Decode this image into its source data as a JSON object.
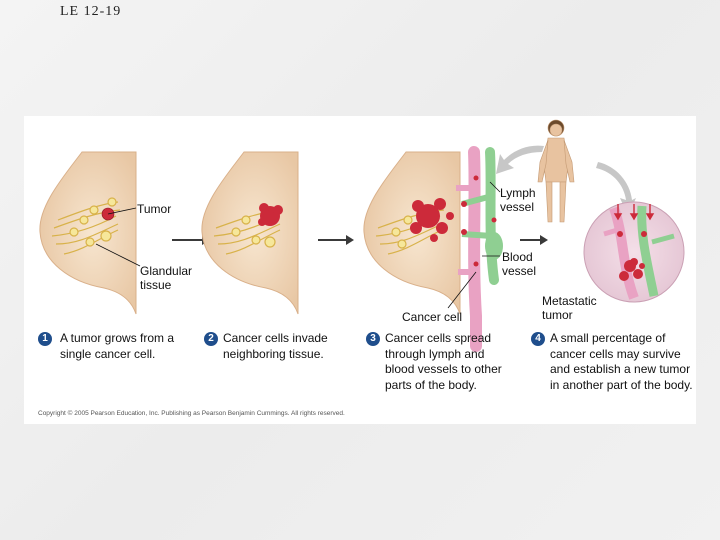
{
  "slide": {
    "title": "LE 12-19"
  },
  "labels": {
    "tumor": "Tumor",
    "glandular_tissue": "Glandular\ntissue",
    "lymph_vessel": "Lymph\nvessel",
    "blood_vessel": "Blood\nvessel",
    "cancer_cell": "Cancer cell",
    "metastatic_tumor": "Metastatic\ntumor"
  },
  "steps": [
    {
      "number": "1",
      "text": "A tumor grows from a single cancer cell."
    },
    {
      "number": "2",
      "text": "Cancer cells invade neighboring tissue."
    },
    {
      "number": "3",
      "text": "Cancer cells spread through lymph and blood vessels to other parts of the body."
    },
    {
      "number": "4",
      "text": "A small percentage of cancer cells may survive and establish a new tumor in another part of the body."
    }
  ],
  "copyright": "Copyright © 2005 Pearson Education, Inc. Publishing as Pearson Benjamin Cummings. All rights reserved.",
  "colors": {
    "breast": "#f3dcc0",
    "gland": "#f6e79a",
    "tumor": "#cc2a3a",
    "lymph": "#8fcf92",
    "blood": "#e9a2c3",
    "step_number": "#1f4e8c",
    "arrow": "#3a3a3a"
  }
}
